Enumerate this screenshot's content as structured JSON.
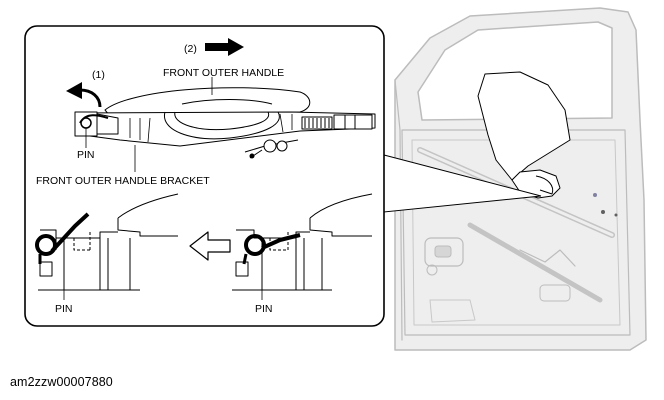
{
  "labels": {
    "step2": "(2)",
    "step1": "(1)",
    "front_outer_handle": "FRONT OUTER HANDLE",
    "pin_top": "PIN",
    "front_outer_handle_bracket": "FRONT OUTER HANDLE BRACKET",
    "pin_bottom_left": "PIN",
    "pin_bottom_right": "PIN"
  },
  "caption": "am2zzw00007880",
  "colors": {
    "line": "#000000",
    "door_fill": "#eeeeee",
    "door_line": "#bcbcbc",
    "arm_fill": "#ffffff"
  },
  "icons": {
    "direction_arrow": "arrow-right-icon",
    "rotate_arrow": "curved-arrow-icon",
    "hollow_arrow": "arrow-left-hollow-icon"
  }
}
